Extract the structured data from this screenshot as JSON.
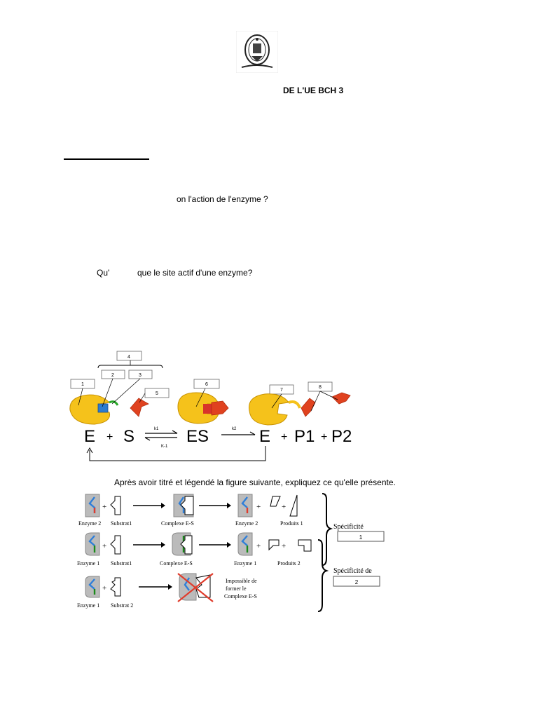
{
  "header": {
    "title": "DE L'UE BCH 3"
  },
  "questions": {
    "q1": "on l'action de l'enzyme ?",
    "q2_prefix": "Qu'",
    "q2_rest": "que le site actif d'une enzyme?",
    "q3": "Après avoir titré et légendé la figure suivante, expliquez ce qu'elle présente."
  },
  "figure1": {
    "label_boxes": [
      "1",
      "2",
      "3",
      "4",
      "5",
      "6",
      "7",
      "8"
    ],
    "equation": {
      "E": "E",
      "plus": "+",
      "S": "S",
      "ES": "ES",
      "E2": "E",
      "P1": "P1",
      "P2": "P2"
    },
    "rates": {
      "k1": "k1",
      "k_1": "K-1",
      "k2": "k2"
    }
  },
  "figure2": {
    "row1": {
      "enzyme": "Enzyme 2",
      "substrate": "Substrat1",
      "complex": "Complexe E-S",
      "enzyme_after": "Enzyme 2",
      "products": "Produits 1"
    },
    "row2": {
      "enzyme": "Enzyme 1",
      "substrate": "Substrat1",
      "complex": "Complexe E-S",
      "enzyme_after": "Enzyme 1",
      "products": "Produits 2"
    },
    "row3": {
      "enzyme": "Enzyme 1",
      "substrate": "Substrat 2",
      "impossible": [
        "Impossible de",
        "former le",
        "Complexe E-S"
      ]
    },
    "specificity1": {
      "label": "Spécificité",
      "box": "1"
    },
    "specificity2": {
      "label": "Spécificité de",
      "box": "2"
    }
  }
}
